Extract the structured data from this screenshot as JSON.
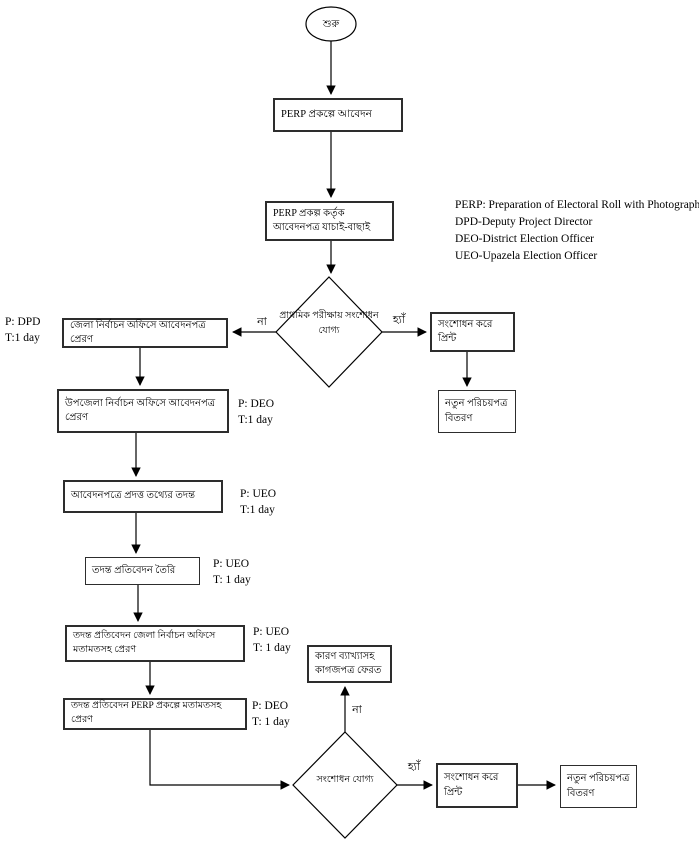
{
  "legend": {
    "lines": [
      "PERP: Preparation of Electoral Roll with Photograph",
      "DPD-Deputy Project Director",
      "DEO-District Election Officer",
      "UEO-Upazela Election Officer"
    ]
  },
  "edge_labels": {
    "yes": "হ্যাঁ",
    "no": "না"
  },
  "nodes": {
    "start": "শুরু",
    "apply": "PERP প্রকল্পে আবেদন",
    "scrutiny": "PERP প্রকল্প কর্তৃক আবেদনপত্র যাচাই-বাছাই",
    "decision_preliminary": "প্রাথমিক পরীক্ষায় সংশোধন যোগ্য",
    "send_district": "জেলা নির্বাচন অফিসে আবেদনপত্র প্রেরণ",
    "print_corrected_top": "সংশোধন করে প্রিন্ট",
    "distribute_new_id_top": "নতুন পরিচয়পত্র বিতরণ",
    "send_upazela": "উপজেলা নির্বাচন অফিসে আবেদনপত্র প্রেরণ",
    "investigate_info": "আবেদনপত্রে প্রদত্ত তথ্যের তদন্ত",
    "prepare_report": "তদন্ত প্রতিবেদন তৈরি",
    "report_to_district": "তদন্ত প্রতিবেদন জেলা নির্বাচন অফিসে মতামতসহ প্রেরণ",
    "report_to_perp": "তদন্ত প্রতিবেদন PERP প্রকল্পে মতামতসহ প্রেরণ",
    "return_documents": "কারণ ব্যাখ্যাসহ কাগজপত্র ফেরত",
    "decision_correctable": "সংশোধন যোগ্য",
    "print_corrected_bottom": "সংশোধন করে প্রিন্ট",
    "distribute_new_id_bottom": "নতুন পরিচয়পত্র বিতরণ"
  },
  "annotations": {
    "dpd": {
      "p": "P: DPD",
      "t": "T:1 day"
    },
    "deo1": {
      "p": "P: DEO",
      "t": "T:1 day"
    },
    "ueo1": {
      "p": "P: UEO",
      "t": "T:1 day"
    },
    "ueo2": {
      "p": "P: UEO",
      "t": "T: 1 day"
    },
    "ueo3": {
      "p": "P: UEO",
      "t": "T: 1 day"
    },
    "deo2": {
      "p": "P: DEO",
      "t": "T: 1 day"
    }
  },
  "colors": {
    "line": "#000000",
    "background": "#ffffff"
  }
}
